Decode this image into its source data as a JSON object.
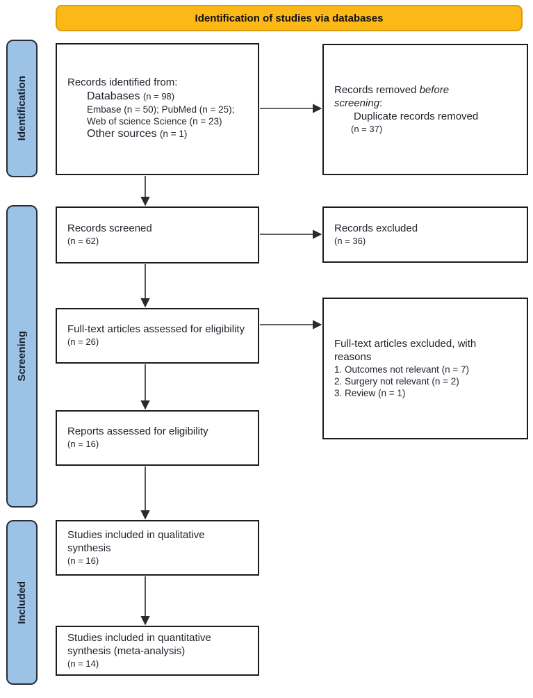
{
  "title": "Identification of studies via databases",
  "colors": {
    "header_fill": "#FCB816",
    "header_border": "#DC9A06",
    "sidebar_fill": "#9CC3E5",
    "sidebar_border": "#262D36",
    "box_border": "#1B1B1B",
    "arrow": "#2B2B2B",
    "text": "#20242C"
  },
  "sidebar": {
    "identification": "Identification",
    "screening": "Screening",
    "included": "Included"
  },
  "boxes": {
    "identified": {
      "title": "Records identified from:",
      "databases_label": "Databases",
      "databases_n": "(n = 98)",
      "embase_line": "Embase (n = 50); PubMed (n = 25);",
      "wos_line": "Web of science Science (n = 23)",
      "other_label": "Other sources",
      "other_n": "(n = 1)"
    },
    "removed": {
      "prefix": "Records removed",
      "italic": "before screening",
      "suffix": ":",
      "detail": "Duplicate records removed",
      "n": "(n = 37)"
    },
    "screened": {
      "title": "Records screened",
      "n": "(n = 62)"
    },
    "excluded": {
      "title": "Records excluded",
      "n": "(n = 36)"
    },
    "fulltext_assessed": {
      "title": "Full-text articles assessed for eligibility",
      "n": "(n = 26)"
    },
    "fulltext_excluded": {
      "title": "Full-text articles excluded, with reasons",
      "reasons": [
        "1. Outcomes not relevant (n = 7)",
        "2. Surgery not relevant (n = 2)",
        "3. Review (n = 1)"
      ]
    },
    "reports_assessed": {
      "title": "Reports assessed for eligibility",
      "n": "(n = 16)"
    },
    "qualitative": {
      "title": "Studies included in qualitative synthesis",
      "n": "(n = 16)"
    },
    "quantitative": {
      "title": "Studies included in quantitative synthesis (meta-analysis)",
      "n": "(n = 14)"
    }
  }
}
